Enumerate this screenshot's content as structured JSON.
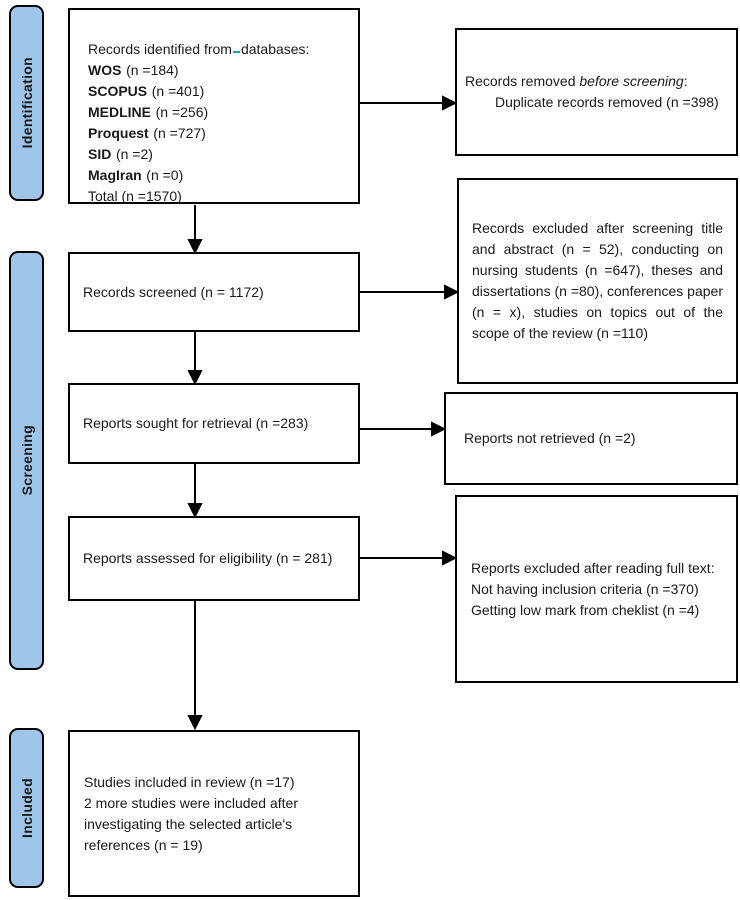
{
  "palette": {
    "sidebar_fill": "#9fc5e8",
    "border": "#000000",
    "underline_mark": "#2e9bab"
  },
  "sidebar": {
    "identification": "Identification",
    "screening": "Screening",
    "included": "Included"
  },
  "boxes": {
    "identified": {
      "intro_pre": "Records identified from",
      "intro_post": "databases:",
      "sources": [
        {
          "name": "WOS",
          "count": "(n =184)"
        },
        {
          "name": "SCOPUS",
          "count": "(n =401)"
        },
        {
          "name": "MEDLINE",
          "count": "(n =256)"
        },
        {
          "name": "Proquest",
          "count": "(n =727)"
        },
        {
          "name": "SID",
          "count": "(n =2)"
        },
        {
          "name": "MagIran",
          "count": "(n =0)"
        }
      ],
      "total": "Total (n =1570)"
    },
    "removed_before": {
      "pre": "Records removed ",
      "emphasis": "before screening",
      "post": ":",
      "detail": "Duplicate records removed (n =398)"
    },
    "screened": {
      "text": "Records screened (n = 1172)"
    },
    "excluded_screening": {
      "text": "Records excluded after screening title and abstract (n = 52), conducting on nursing students (n =647), theses and dissertations (n =80), conferences paper (n = x), studies on topics out of the scope of the review (n =110)"
    },
    "sought": {
      "text": "Reports sought for retrieval (n =283)"
    },
    "not_retrieved": {
      "text": "Reports not retrieved (n =2)"
    },
    "assessed": {
      "text": "Reports assessed for eligibility (n = 281)"
    },
    "excluded_fulltext": {
      "text": "Reports excluded after reading full text:\nNot having inclusion criteria (n =370)\nGetting low mark from cheklist (n =4)"
    },
    "included": {
      "text": "Studies included in review (n =17)\n2 more studies were included after\ninvestigating the selected article's\nreferences (n = 19)"
    }
  }
}
